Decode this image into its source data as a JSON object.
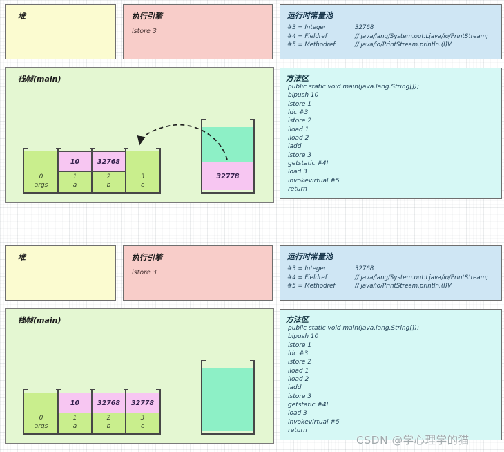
{
  "watermark": "CSDN @学心理学的猫",
  "colors": {
    "heap-fill": "#fbfbd0",
    "engine-fill": "#f8cdc9",
    "pool-fill": "#cfe6f4",
    "frame-fill": "#e4f7d2",
    "method-fill": "#d6f8f5",
    "slot-fill": "#c9ee8d",
    "value-fill": "#f7c6f2",
    "operand-fill": "#8df0c6",
    "border": "#6f6f6f",
    "wall": "#474747",
    "code-text": "#1d3c52"
  },
  "diagrams": [
    {
      "heap": {
        "title": "堆"
      },
      "engine": {
        "title": "执行引擎",
        "instruction": "istore 3"
      },
      "constant_pool": {
        "title": "运行时常量池",
        "entries": [
          {
            "key": "#3 = Integer",
            "value": "32768"
          },
          {
            "key": "#4 = Fieldref",
            "value": "// java/lang/System.out:Ljava/io/PrintStream;"
          },
          {
            "key": "#5 = Methodref",
            "value": "// java/io/PrintStream.println:(I)V"
          }
        ]
      },
      "stack_frame": {
        "title": "栈帧(main)",
        "local_variables": [
          {
            "index": "0",
            "name": "args",
            "value": ""
          },
          {
            "index": "1",
            "name": "a",
            "value": "10"
          },
          {
            "index": "2",
            "name": "b",
            "value": "32768"
          },
          {
            "index": "3",
            "name": "c",
            "value": ""
          }
        ],
        "operand_stack": {
          "values": [
            "32778"
          ]
        }
      },
      "method_area": {
        "title": "方法区",
        "lines": [
          "public static void main(java.lang.String[]);",
          "bipush 10",
          "istore 1",
          "ldc #3",
          "istore 2",
          "iload 1",
          "iload 2",
          "iadd",
          "istore 3",
          "getstatic #4I",
          "load 3",
          "invokevirtual #5",
          "return"
        ]
      }
    },
    {
      "heap": {
        "title": "堆"
      },
      "engine": {
        "title": "执行引擎",
        "instruction": "istore 3"
      },
      "constant_pool": {
        "title": "运行时常量池",
        "entries": [
          {
            "key": "#3 = Integer",
            "value": "32768"
          },
          {
            "key": "#4 = Fieldref",
            "value": "// java/lang/System.out:Ljava/io/PrintStream;"
          },
          {
            "key": "#5 = Methodref",
            "value": "// java/io/PrintStream.println:(I)V"
          }
        ]
      },
      "stack_frame": {
        "title": "栈帧(main)",
        "local_variables": [
          {
            "index": "0",
            "name": "args",
            "value": ""
          },
          {
            "index": "1",
            "name": "a",
            "value": "10"
          },
          {
            "index": "2",
            "name": "b",
            "value": "32768"
          },
          {
            "index": "3",
            "name": "c",
            "value": "32778"
          }
        ],
        "operand_stack": {
          "values": []
        }
      },
      "method_area": {
        "title": "方法区",
        "lines": [
          "public static void main(java.lang.String[]);",
          "bipush 10",
          "istore 1",
          "ldc #3",
          "istore 2",
          "iload 1",
          "iload 2",
          "iadd",
          "istore 3",
          "getstatic #4I",
          "load 3",
          "invokevirtual #5",
          "return"
        ]
      }
    }
  ]
}
